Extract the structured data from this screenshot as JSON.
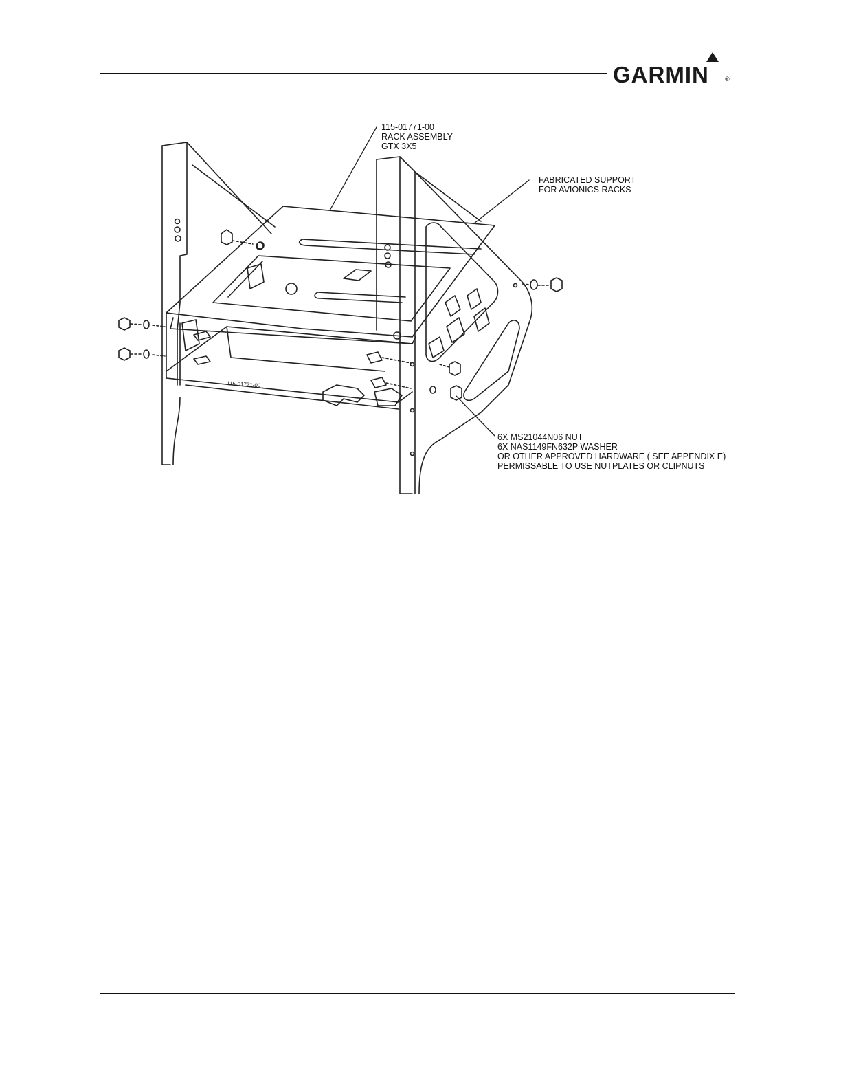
{
  "header": {
    "logo_text": "GARMIN",
    "logo_reg": "®"
  },
  "figure": {
    "callouts": {
      "rack": [
        "115-01771-00",
        "RACK ASSEMBLY",
        "GTX 3X5"
      ],
      "support": [
        "FABRICATED SUPPORT",
        "FOR AVIONICS RACKS"
      ],
      "hardware": [
        "6X MS21044N06 NUT",
        "6X NAS1149FN632P WASHER",
        "OR OTHER APPROVED HARDWARE   ( SEE APPENDIX E)",
        "PERMISSABLE TO USE NUTPLATES OR CLIPNUTS"
      ]
    },
    "part_marking": "115-01771-00"
  },
  "colors": {
    "ink": "#111111",
    "paper": "#ffffff"
  }
}
